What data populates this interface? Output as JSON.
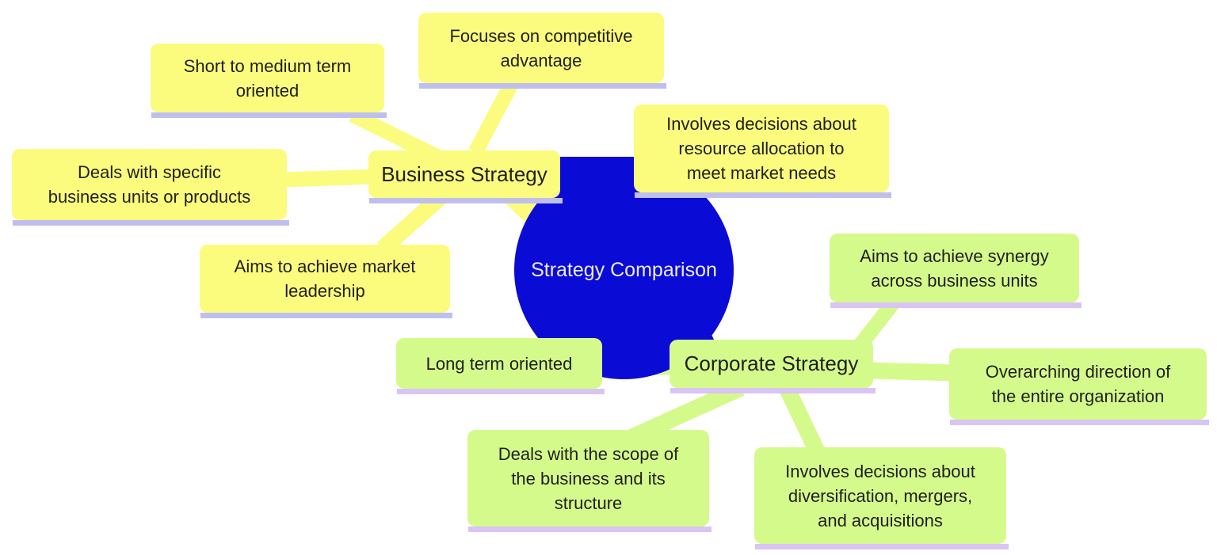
{
  "diagram": {
    "type": "mindmap",
    "background": "#FFFFFF",
    "text_color": "#1F1F1F",
    "root": {
      "label": "Strategy Comparison",
      "fill": "#0B0BD6",
      "text_color": "#ECECF9"
    },
    "branches": [
      {
        "label": "Business Strategy",
        "fill": "#FBFB7E",
        "shadow": "#BFBFEF",
        "leaves": [
          {
            "text": "Short to medium term\noriented"
          },
          {
            "text": "Focuses on competitive\nadvantage"
          },
          {
            "text": "Deals with specific\nbusiness units or products"
          },
          {
            "text": "Involves decisions about\nresource allocation to\nmeet market needs"
          },
          {
            "text": "Aims to achieve market\nleadership"
          }
        ]
      },
      {
        "label": "Corporate Strategy",
        "fill": "#D5FA8C",
        "shadow": "#D9C4F4",
        "leaves": [
          {
            "text": "Aims to achieve synergy\nacross business units"
          },
          {
            "text": "Overarching direction of\nthe entire organization"
          },
          {
            "text": "Long term oriented"
          },
          {
            "text": "Deals with the scope of\nthe business and its\nstructure"
          },
          {
            "text": "Involves decisions about\ndiversification, mergers,\nand acquisitions"
          }
        ]
      }
    ]
  }
}
